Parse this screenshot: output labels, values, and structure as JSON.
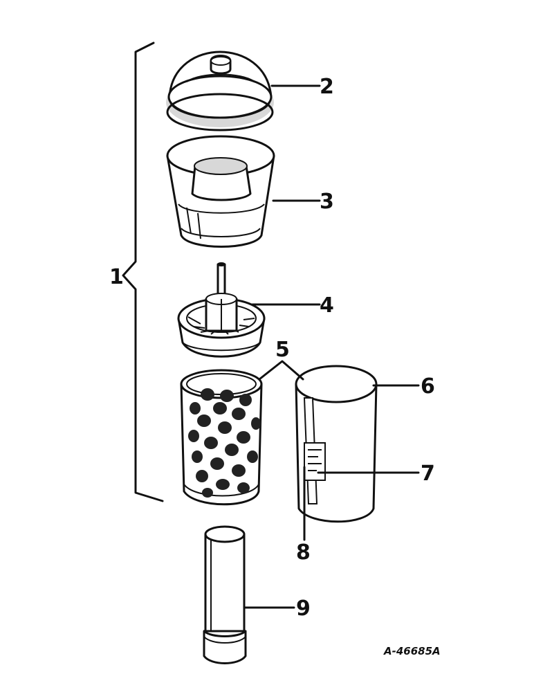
{
  "callouts": {
    "c1": "1",
    "c2": "2",
    "c3": "3",
    "c4": "4",
    "c5": "5",
    "c6": "6",
    "c7": "7",
    "c8": "8",
    "c9": "9"
  },
  "caption": "A-46685A",
  "colors": {
    "ink": "#111111",
    "paper": "#ffffff",
    "shade": "#d8d8d8"
  }
}
